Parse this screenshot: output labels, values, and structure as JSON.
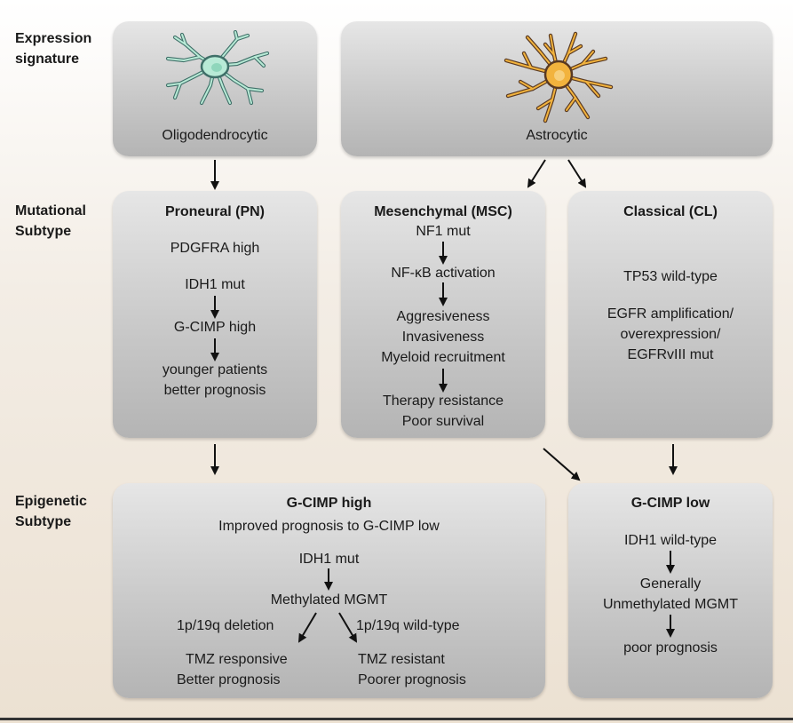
{
  "row_labels": {
    "expression": [
      "Expression",
      "signature"
    ],
    "mutational": [
      "Mutational",
      "Subtype"
    ],
    "epigenetic": [
      "Epigenetic",
      "Subtype"
    ]
  },
  "expression": {
    "oligodendrocytic": "Oligodendrocytic",
    "astrocytic": "Astrocytic"
  },
  "proneural": {
    "title": "Proneural (PN)",
    "lines": [
      "PDGFRA high",
      "IDH1 mut",
      "G-CIMP high",
      "younger patients",
      "better prognosis"
    ]
  },
  "mesenchymal": {
    "title": "Mesenchymal (MSC)",
    "lines": [
      "NF1 mut",
      "NF-κB activation",
      "Aggresiveness",
      "Invasiveness",
      "Myeloid recruitment",
      "Therapy resistance",
      "Poor survival"
    ]
  },
  "classical": {
    "title": "Classical (CL)",
    "lines": [
      "TP53 wild-type",
      "EGFR amplification/",
      "overexpression/",
      "EGFRvIII mut"
    ]
  },
  "gcimp_high": {
    "title": "G-CIMP high",
    "lines": [
      "Improved prognosis to G-CIMP low",
      "IDH1 mut",
      "Methylated MGMT",
      "1p/19q deletion",
      "1p/19q wild-type",
      "TMZ responsive",
      "Better prognosis",
      "TMZ resistant",
      "Poorer prognosis"
    ]
  },
  "gcimp_low": {
    "title": "G-CIMP low",
    "lines": [
      "IDH1 wild-type",
      "Generally",
      "Unmethylated MGMT",
      "poor prognosis"
    ]
  },
  "colors": {
    "oligodendrocyte_body": "#b8ead6",
    "oligodendrocyte_stroke": "#3f6f68",
    "astrocyte_body": "#f2b33d",
    "astrocyte_stroke": "#5a3a22"
  }
}
